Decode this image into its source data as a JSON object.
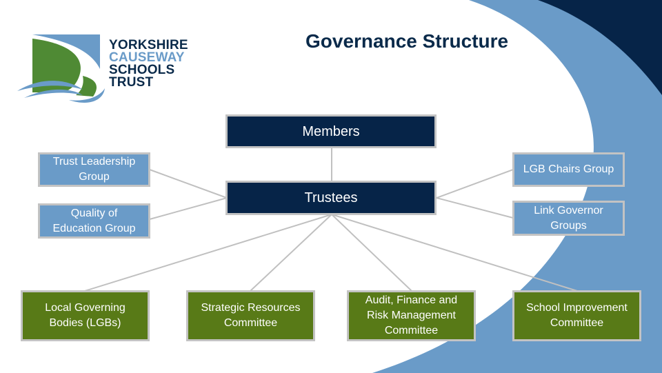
{
  "logo": {
    "lines": [
      "YORKSHIRE",
      "CAUSEWAY",
      "SCHOOLS",
      "TRUST"
    ]
  },
  "title": "Governance Structure",
  "nodes": {
    "members": "Members",
    "trustees": "Trustees",
    "trust_leadership": "Trust Leadership Group",
    "quality_education": "Quality of Education Group",
    "lgb_chairs": "LGB Chairs Group",
    "link_governor": "Link Governor Groups",
    "local_governing": "Local Governing Bodies (LGBs)",
    "strategic_resources": "Strategic Resources Committee",
    "audit_finance": "Audit, Finance and Risk Management Committee",
    "school_improvement": "School Improvement Committee"
  },
  "colors": {
    "navy": "#062448",
    "blue": "#6a9bc8",
    "green": "#587a17",
    "border": "#c3c3c3"
  }
}
